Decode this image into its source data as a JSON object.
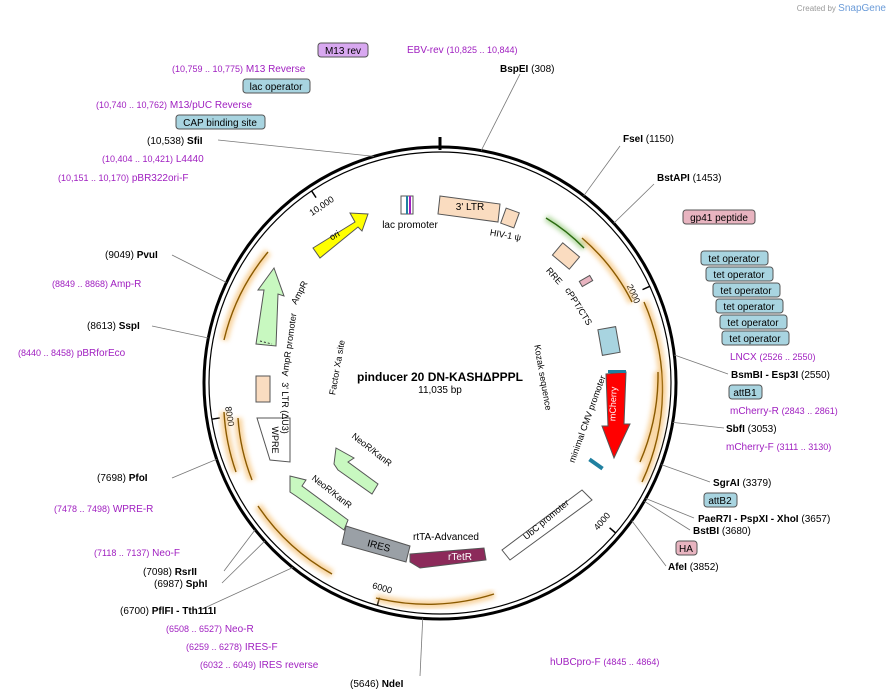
{
  "header": {
    "created_by": "Created by",
    "brand": "SnapGene"
  },
  "center": {
    "name": "pinducer 20 DN-KASHΔPPPL",
    "size": "11,035 bp"
  },
  "total_bp": 11035,
  "colors": {
    "primer": "#a020c0",
    "feature_box": "#a8d4e0",
    "feature_pink": "#e8b4c0",
    "feature_lilac": "#d8a8f0",
    "cds_green": "#c8f8c0",
    "ori_yellow": "#ffff00",
    "ltr_peach": "#fadcc0",
    "mcherry_red": "#ff0000",
    "rtetr_maroon": "#8c2a5a",
    "ires_gray": "#9aa0a6",
    "orange_glow": "#f4b860"
  },
  "sites": [
    {
      "name": "BspEI",
      "pos": "(308)",
      "bp": 308
    },
    {
      "name": "FseI",
      "pos": "(1150)",
      "bp": 1150
    },
    {
      "name": "BstAPI",
      "pos": "(1453)",
      "bp": 1453
    },
    {
      "name": "BsmBI  - Esp3I",
      "pos": "(2550)",
      "bp": 2550
    },
    {
      "name": "SbfI",
      "pos": "(3053)",
      "bp": 3053
    },
    {
      "name": "SgrAI",
      "pos": "(3379)",
      "bp": 3379
    },
    {
      "name": "PaeR7I  - PspXI  - XhoI",
      "pos": "(3657)",
      "bp": 3657
    },
    {
      "name": "BstBI",
      "pos": "(3680)",
      "bp": 3680
    },
    {
      "name": "AfeI",
      "pos": "(3852)",
      "bp": 3852
    },
    {
      "name": "NdeI",
      "pos": "(5646)",
      "bp": 5646
    },
    {
      "name": "PflFI  - Tth111I",
      "pos": "(6700)",
      "bp": 6700
    },
    {
      "name": "SphI",
      "pos": "(6987)",
      "bp": 6987
    },
    {
      "name": "RsrII",
      "pos": "(7098)",
      "bp": 7098
    },
    {
      "name": "PfoI",
      "pos": "(7698)",
      "bp": 7698
    },
    {
      "name": "SspI",
      "pos": "(8613)",
      "bp": 8613
    },
    {
      "name": "PvuI",
      "pos": "(9049)",
      "bp": 9049
    },
    {
      "name": "SfiI",
      "pos": "(10,538)",
      "bp": 10538
    }
  ],
  "primers": [
    {
      "name": "EBV-rev",
      "pos": "(10,825 .. 10,844)"
    },
    {
      "name": "M13 Reverse",
      "pos": "(10,759 .. 10,775)"
    },
    {
      "name": "M13/pUC Reverse",
      "pos": "(10,740 .. 10,762)"
    },
    {
      "name": "L4440",
      "pos": "(10,404 .. 10,421)"
    },
    {
      "name": "pBR322ori-F",
      "pos": "(10,151 .. 10,170)"
    },
    {
      "name": "Amp-R",
      "pos": "(8849 .. 8868)"
    },
    {
      "name": "pBRforEco",
      "pos": "(8440 .. 8458)"
    },
    {
      "name": "WPRE-R",
      "pos": "(7478 .. 7498)"
    },
    {
      "name": "Neo-F",
      "pos": "(7118 .. 7137)"
    },
    {
      "name": "Neo-R",
      "pos": "(6508 .. 6527)"
    },
    {
      "name": "IRES-F",
      "pos": "(6259 .. 6278)"
    },
    {
      "name": "IRES reverse",
      "pos": "(6032 .. 6049)"
    },
    {
      "name": "hUBCpro-F",
      "pos": "(4845 .. 4864)"
    },
    {
      "name": "LNCX",
      "pos": "(2526 .. 2550)"
    },
    {
      "name": "mCherry-R",
      "pos": "(2843 .. 2861)"
    },
    {
      "name": "mCherry-F",
      "pos": "(3111 .. 3130)"
    }
  ],
  "boxed_labels": [
    {
      "name": "M13 rev"
    },
    {
      "name": "lac operator"
    },
    {
      "name": "CAP binding site"
    },
    {
      "name": "gp41 peptide"
    },
    {
      "name": "tet operator"
    },
    {
      "name": "attB1"
    },
    {
      "name": "attB2"
    },
    {
      "name": "HA"
    }
  ],
  "ticks": [
    {
      "label": "2000",
      "bp": 2000
    },
    {
      "label": "4000",
      "bp": 4000
    },
    {
      "label": "6000",
      "bp": 6000
    },
    {
      "label": "8000",
      "bp": 8000
    },
    {
      "label": "10,000",
      "bp": 10000
    }
  ],
  "features": [
    {
      "name": "3' LTR"
    },
    {
      "name": "HIV-1 ψ"
    },
    {
      "name": "lac promoter"
    },
    {
      "name": "ori"
    },
    {
      "name": "RRE"
    },
    {
      "name": "cPPT/CTS"
    },
    {
      "name": "AmpR"
    },
    {
      "name": "AmpR promoter"
    },
    {
      "name": "Factor Xa site"
    },
    {
      "name": "3' LTR (ΔU3)"
    },
    {
      "name": "WPRE"
    },
    {
      "name": "Kozak sequence"
    },
    {
      "name": "minimal CMV promoter"
    },
    {
      "name": "mCherry"
    },
    {
      "name": "NeoR/KanR"
    },
    {
      "name": "NeoR/KanR"
    },
    {
      "name": "UbC promoter"
    },
    {
      "name": "rtTA-Advanced"
    },
    {
      "name": "IRES"
    },
    {
      "name": "rTetR"
    }
  ]
}
